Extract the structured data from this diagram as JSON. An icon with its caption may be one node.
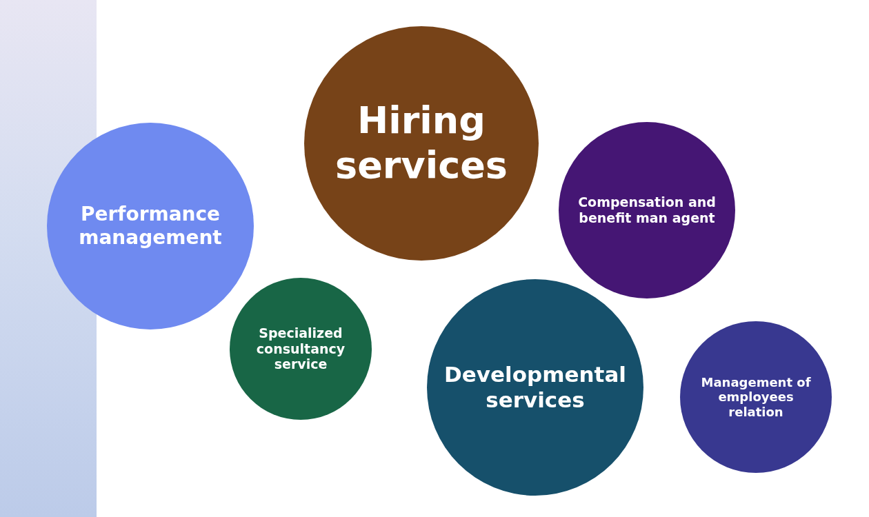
{
  "diagram": {
    "nodes": [
      {
        "text": [
          "Hiring services"
        ]
      },
      {
        "text": [
          "Performance management"
        ]
      },
      {
        "text": [
          "Compensation and benefit man agent"
        ]
      },
      {
        "text": [
          "Specialized consultancy service"
        ]
      },
      {
        "text": [
          "Developmental services"
        ]
      },
      {
        "text": [
          "Management of employees relation"
        ]
      }
    ]
  }
}
